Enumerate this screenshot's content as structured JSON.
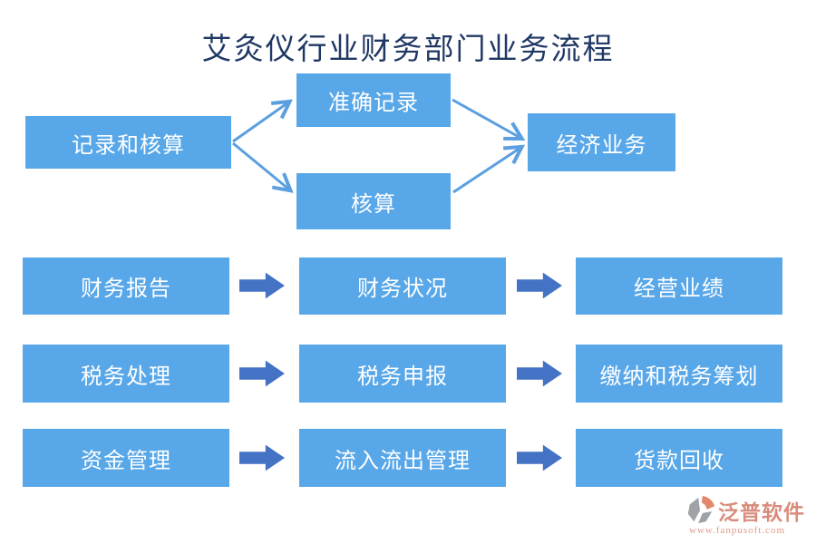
{
  "title": "艾灸仪行业财务部门业务流程",
  "colors": {
    "box_fill": "#58A7E8",
    "box_text": "#FFFFFF",
    "connector": "#5B9FE0",
    "block_arrow": "#4472C4",
    "title_text": "#203864",
    "logo_text": "#D98C7C",
    "logo_gray": "#9FA3A8",
    "logo_orange": "#E2876C"
  },
  "flow": {
    "source": "记录和核算",
    "branch_top": "准确记录",
    "branch_bottom": "核算",
    "target": "经济业务"
  },
  "rows": [
    {
      "cells": [
        "财务报告",
        "财务状况",
        "经营业绩"
      ]
    },
    {
      "cells": [
        "税务处理",
        "税务申报",
        "缴纳和税务筹划"
      ]
    },
    {
      "cells": [
        "资金管理",
        "流入流出管理",
        "货款回收"
      ]
    }
  ],
  "logo": {
    "name": "泛普软件",
    "url": "www.fanpusoft.com"
  }
}
